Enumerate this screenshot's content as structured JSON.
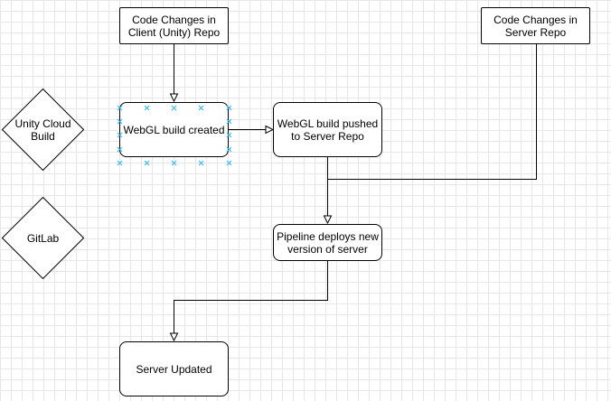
{
  "diagram": {
    "nodes": {
      "client_changes": {
        "label": "Code Changes in\nClient (Unity) Repo",
        "shape": "rectangle"
      },
      "server_changes": {
        "label": "Code Changes in\nServer Repo",
        "shape": "rectangle"
      },
      "webgl_created": {
        "label": "WebGL build created",
        "shape": "rounded-rectangle",
        "selected": true
      },
      "webgl_pushed": {
        "label": "WebGL build pushed\nto Server Repo",
        "shape": "rounded-rectangle"
      },
      "pipeline_deploys": {
        "label": "Pipeline deploys new\nversion of server",
        "shape": "rounded-rectangle"
      },
      "server_updated": {
        "label": "Server Updated",
        "shape": "rounded-rectangle"
      },
      "unity_cloud": {
        "label": "Unity Cloud\nBuild",
        "shape": "diamond"
      },
      "gitlab": {
        "label": "GitLab",
        "shape": "diamond"
      }
    },
    "edges": [
      {
        "from": "client_changes",
        "to": "webgl_created"
      },
      {
        "from": "webgl_created",
        "to": "webgl_pushed"
      },
      {
        "from": "webgl_pushed",
        "to": "pipeline_deploys"
      },
      {
        "from": "server_changes",
        "to": "pipeline_deploys"
      },
      {
        "from": "pipeline_deploys",
        "to": "server_updated"
      }
    ],
    "colors": {
      "stroke": "#000000",
      "grid": "#e6e6e6",
      "selection": "#29b6f2",
      "fill": "#ffffff"
    }
  }
}
